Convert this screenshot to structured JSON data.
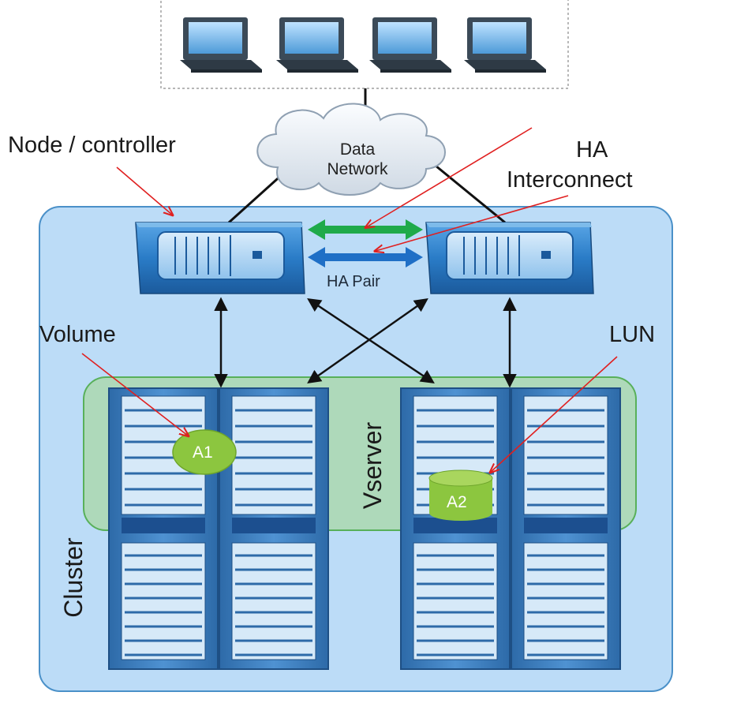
{
  "labels": {
    "node_controller": "Node / controller",
    "ha_interconnect_line1": "HA",
    "ha_interconnect_line2": "Interconnect",
    "data_network_line1": "Data",
    "data_network_line2": "Network",
    "ha_pair": "HA Pair",
    "volume": "Volume",
    "lun": "LUN",
    "vserver": "Vserver",
    "cluster": "Cluster",
    "volume_a1": "A1",
    "lun_a2": "A2"
  },
  "colors": {
    "cluster_fill": "#bcdcf7",
    "cluster_border": "#4a90c8",
    "vserver_fill": "#a9d8a6",
    "vserver_border": "#58b05a",
    "controller_blue": "#2a7cc7",
    "ha_green": "#1faa4a",
    "ha_blue": "#1f6fc6",
    "callout_red": "#e02020",
    "volume_green": "#8cc63f"
  },
  "icons": {
    "client": "desktop-computer-icon",
    "cloud": "cloud-icon",
    "controller": "storage-controller-icon",
    "shelf": "disk-shelf-icon"
  },
  "clients": [
    "client-1",
    "client-2",
    "client-3",
    "client-4"
  ]
}
